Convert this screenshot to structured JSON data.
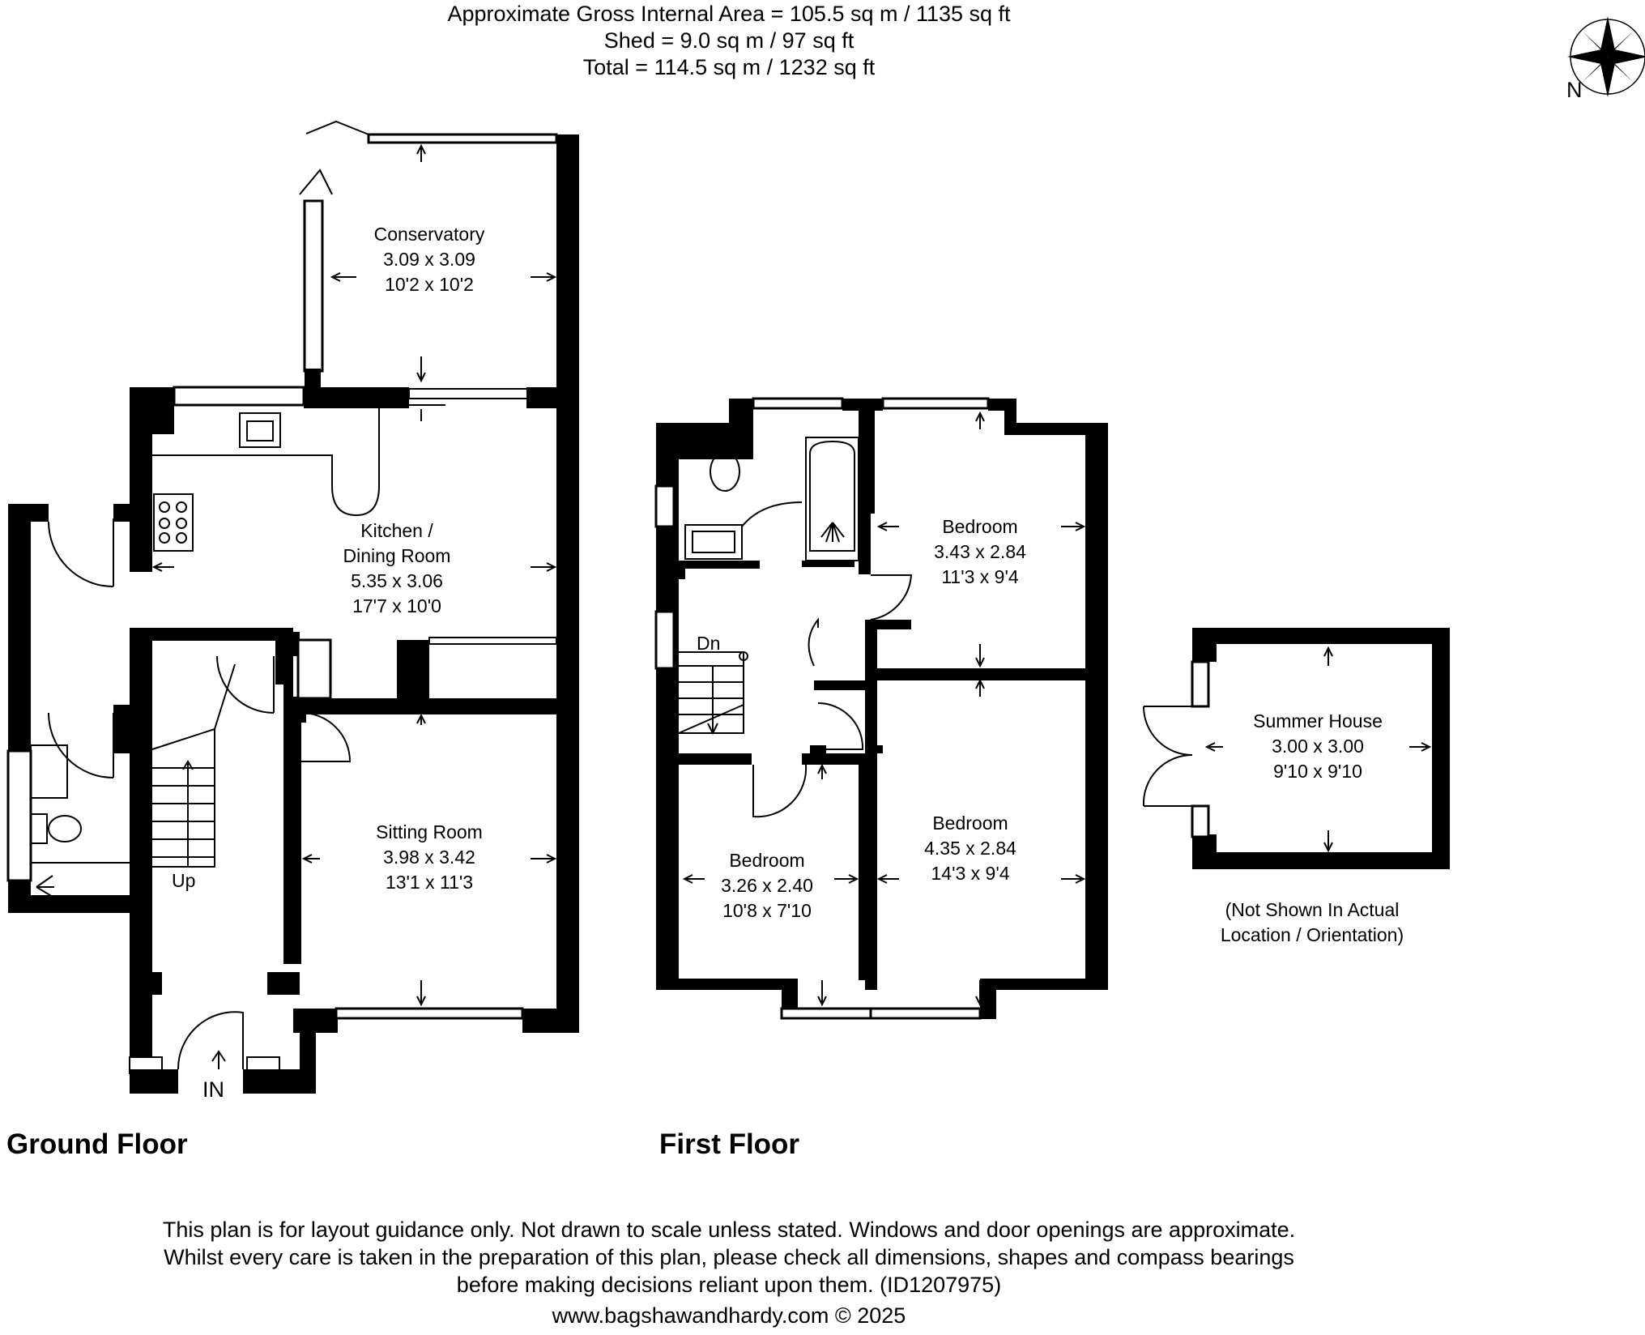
{
  "areas": {
    "line1": "Approximate Gross Internal Area = 105.5 sq m / 1135 sq ft",
    "line2": "Shed = 9.0 sq m / 97 sq ft",
    "line3": "Total = 114.5 sq m / 1232 sq ft"
  },
  "compass": {
    "label": "N"
  },
  "floors": {
    "ground": "Ground Floor",
    "first": "First Floor"
  },
  "rooms": {
    "conservatory": {
      "name": "Conservatory",
      "metric": "3.09 x 3.09",
      "imperial": "10'2 x 10'2"
    },
    "kitchen": {
      "name1": "Kitchen /",
      "name2": "Dining Room",
      "metric": "5.35 x 3.06",
      "imperial": "17'7 x 10'0"
    },
    "sitting": {
      "name": "Sitting Room",
      "metric": "3.98 x 3.42",
      "imperial": "13'1 x 11'3"
    },
    "bedroom1": {
      "name": "Bedroom",
      "metric": "3.43 x 2.84",
      "imperial": "11'3 x 9'4"
    },
    "bedroom2": {
      "name": "Bedroom",
      "metric": "4.35 x 2.84",
      "imperial": "14'3 x 9'4"
    },
    "bedroom3": {
      "name": "Bedroom",
      "metric": "3.26 x 2.40",
      "imperial": "10'8 x 7'10"
    },
    "summer": {
      "name": "Summer House",
      "metric": "3.00 x 3.00",
      "imperial": "9'10 x 9'10"
    }
  },
  "stairs": {
    "up": "Up",
    "down": "Dn"
  },
  "entrance": "IN",
  "summer_note": {
    "line1": "(Not Shown In Actual",
    "line2": "Location / Orientation)"
  },
  "footer": {
    "line1": "This plan is for layout guidance only. Not drawn to scale unless stated. Windows and door openings are approximate.",
    "line2": "Whilst every care is taken in the preparation of this plan, please check all dimensions, shapes and compass bearings",
    "line3": "before making decisions reliant upon them. (ID1207975)",
    "line4": "www.bagshawandhardy.com © 2025"
  }
}
